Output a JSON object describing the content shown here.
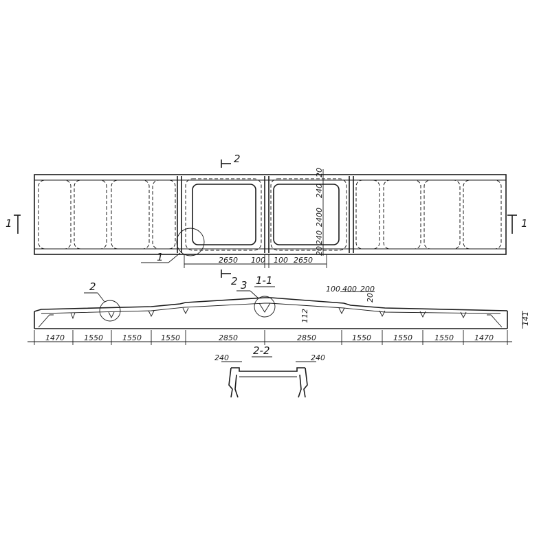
{
  "plan": {
    "section_marks": {
      "s1_left": "1",
      "s1_right": "1",
      "s2_top": "2",
      "s2_bottom": "2"
    },
    "callout_1": "1",
    "dims_bottom": [
      "2650",
      "100",
      "100",
      "2650"
    ],
    "dims_right": [
      "20",
      "240",
      "2400",
      "240",
      "20"
    ]
  },
  "section_1_1": {
    "title": "1-1",
    "callout_2": "2",
    "callout_3": "3",
    "dims": [
      "1470",
      "1550",
      "1550",
      "1550",
      "2850",
      "2850",
      "1550",
      "1550",
      "1550",
      "1470"
    ],
    "dims_top": [
      "100",
      "400",
      "200"
    ],
    "dim_top_small": "20",
    "height_mid": "112",
    "height_end": "141"
  },
  "section_2_2": {
    "title": "2-2",
    "dim_left": "240",
    "dim_right": "240"
  }
}
